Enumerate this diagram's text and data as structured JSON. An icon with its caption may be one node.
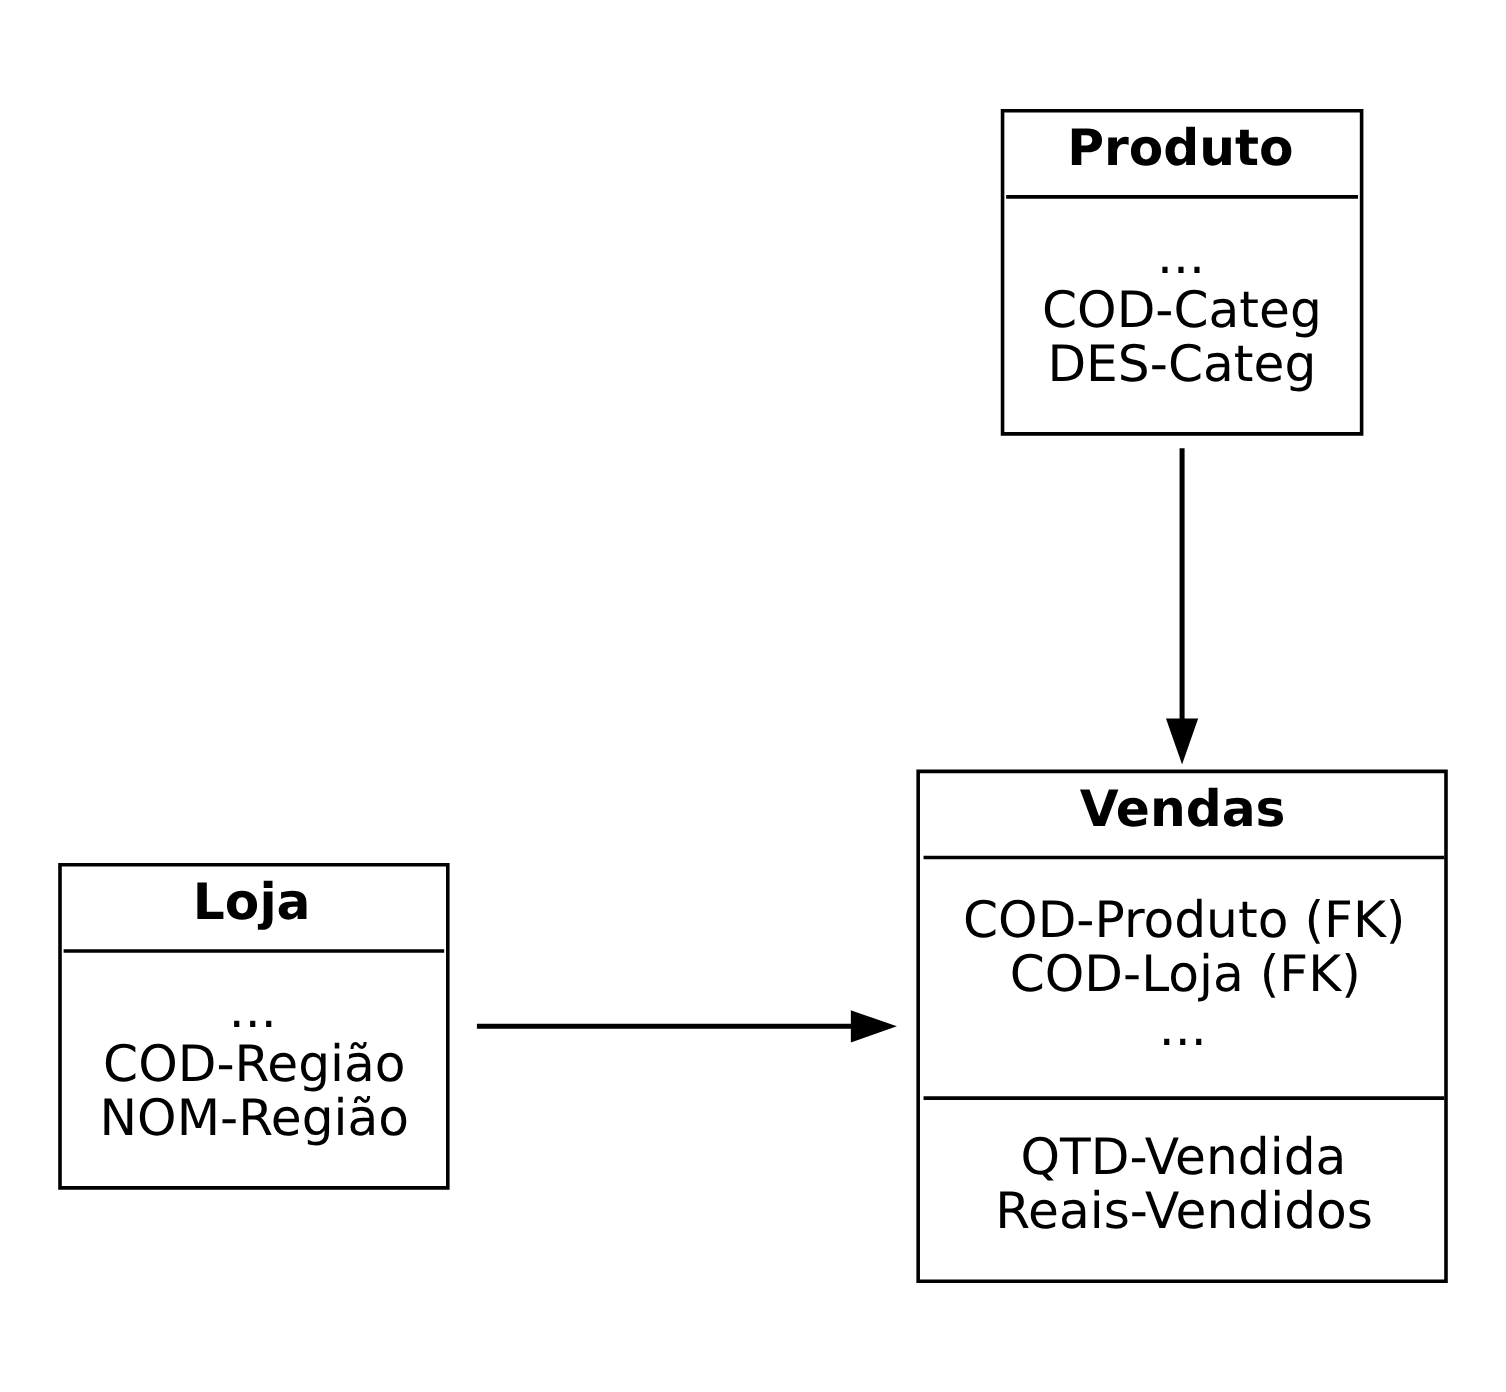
{
  "diagram": {
    "nodes": [
      {
        "text": [
          "Loja",
          "... COD-Região NOM-Região"
        ]
      },
      {
        "text": [
          "Vendas",
          "COD-Produto (FK) COD-Loja (FK) ...",
          "QTD-Vendida Reais-Vendidos"
        ]
      },
      {
        "text": [
          "Produto",
          "... COD-Categ DES-Categ"
        ]
      }
    ],
    "edges": [
      {
        "from": 0,
        "to": 1,
        "arrow": "to"
      },
      {
        "from": 2,
        "to": 1,
        "arrow": "to"
      }
    ]
  }
}
